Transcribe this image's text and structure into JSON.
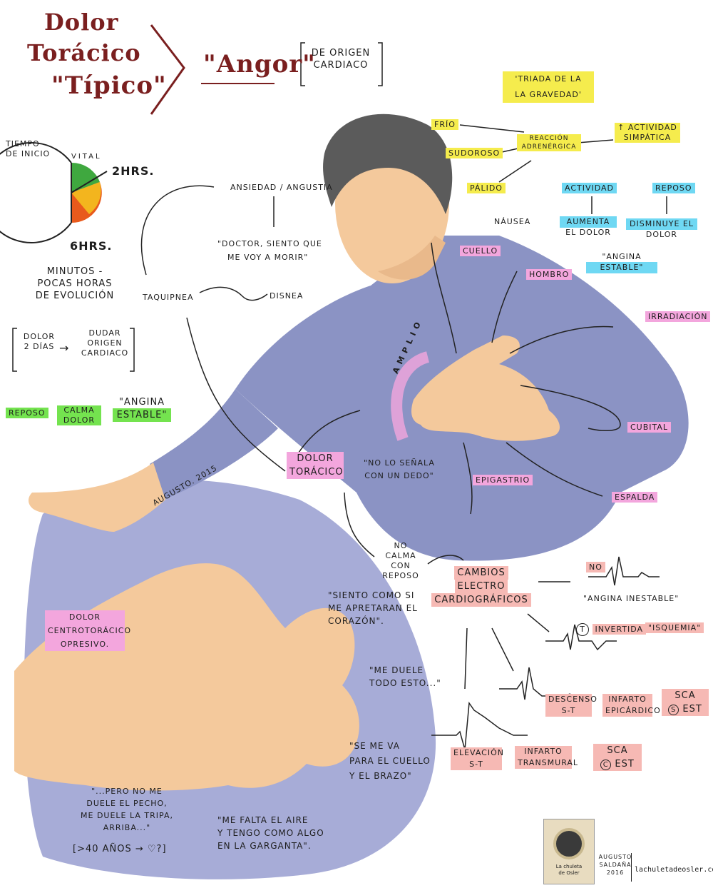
{
  "colors": {
    "title": "#7a1f1f",
    "yellow": "#f5ec4d",
    "pink": "#f3a6dd",
    "green": "#74e34f",
    "blue": "#6fd8f3",
    "salmon": "#f6b9b4",
    "shirt": "#8b93c4",
    "skin": "#f4c99c",
    "shadow": "#a7acd7"
  },
  "title": {
    "line1": "Dolor",
    "line2": "Torácico",
    "line3": "\"Típico\"",
    "angor": "\"Angor\"",
    "origin1": "De origen",
    "origin2": "Cardiaco"
  },
  "clock": {
    "label1": "Tiempo",
    "label2": "de inicio",
    "vital": "VITAL",
    "h2": "2hrs.",
    "h6": "6hrs."
  },
  "left": {
    "minutos1": "Minutos -",
    "minutos2": "pocas horas",
    "minutos3": "de evolución",
    "dolor2dias1": "Dolor",
    "dolor2dias2": "2 días",
    "dudar1": "Dudar",
    "dudar2": "origen",
    "dudar3": "cardiaco",
    "reposo": "Reposo",
    "calma1": "Calma",
    "calma2": "dolor",
    "angina1": "\"Angina",
    "angina2": "estable\""
  },
  "center": {
    "ansiedad": "Ansiedad / angustia",
    "doctor1": "\"Doctor, siento que",
    "doctor2": "me voy a morir\"",
    "taquipnea": "Taquipnea",
    "disnea": "Disnea",
    "dolor1": "Dolor",
    "dolor2": "torácico",
    "nolosenala1": "\"No lo señala",
    "nolosenala2": "con un dedo\"",
    "amplio": "AMPLIO",
    "augusto": "Augusto. 2015"
  },
  "triada": {
    "line1": "'Triada de la",
    "line2": "la gravedad'",
    "frio": "Frío",
    "reaccion1": "Reacción",
    "reaccion2": "adrenérgica",
    "actividad1": "↑ Actividad",
    "actividad2": "simpática",
    "sudoroso": "Sudoroso",
    "palido": "Pálido",
    "nausea": "Náusea"
  },
  "right": {
    "actividad": "Actividad",
    "reposo": "Reposo",
    "aumenta1": "Aumenta",
    "aumenta2": "el dolor",
    "disminuye1": "Disminuye el",
    "disminuye2": "dolor",
    "angina1": "\"Angina",
    "angina2": "estable\"",
    "cuello": "Cuello",
    "hombro": "Hombro",
    "irradiacion": "Irradiación",
    "cubital": "Cubital",
    "epigastrio": "Epigastrio",
    "espalda": "Espalda"
  },
  "ecg": {
    "nocalma1": "No",
    "nocalma2": "calma",
    "nocalma3": "con reposo",
    "cambios1": "Cambios",
    "cambios2": "electro",
    "cambios3": "cardiográficos",
    "no": "No",
    "anginaInestable": "\"Angina inestable\"",
    "t": "T",
    "invertida": "invertida",
    "isquemia": "\"Isquemia\"",
    "descenso1": "Descenso",
    "descenso2": "S-T",
    "infartoEpi1": "Infarto",
    "infartoEpi2": "epicárdico",
    "sca1": "SCA",
    "sca1b": "S",
    "sca1c": "EST",
    "elevacion1": "Elevación",
    "elevacion2": "S-T",
    "infartoTrans1": "Infarto",
    "infartoTrans2": "transmural",
    "sca2": "SCA",
    "sca2b": "C",
    "sca2c": "EST"
  },
  "bottom": {
    "dolorCentro1": "Dolor",
    "dolorCentro2": "centrotorácico",
    "dolorCentro3": "opresivo.",
    "siento1": "\"Siento como si",
    "siento2": "me apretaran el",
    "siento3": "corazón\".",
    "meduele1": "\"Me duele",
    "meduele2": "todo esto...\"",
    "semeva1": "\"Se me va",
    "semeva2": "para el cuello",
    "semeva3": "y el brazo\"",
    "pero1": "\"...Pero no me",
    "pero2": "duele el pecho,",
    "pero3": "me duele la tripa,",
    "pero4": "arriba...\"",
    "mayor40": "[>40 años → ♡?]",
    "falta1": "\"Me falta el aire",
    "falta2": "y tengo como algo",
    "falta3": "en la garganta\"."
  },
  "footer": {
    "logo1": "La chuleta",
    "logo2": "de Osler",
    "author1": "Augusto",
    "author2": "Saldaña",
    "author3": "2016",
    "site": "lachuletadeosler.com"
  }
}
